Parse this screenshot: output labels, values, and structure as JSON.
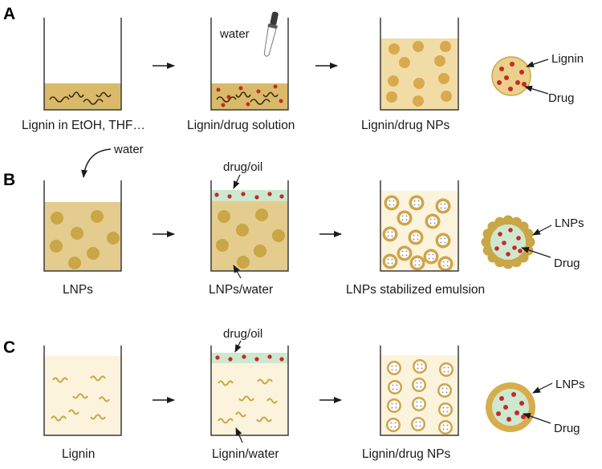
{
  "panels": [
    {
      "label": "A",
      "captions": [
        "Lignin in EtOH, THF…",
        "Lignin/drug solution",
        "Lignin/drug NPs"
      ],
      "annotations": {
        "water": "water"
      },
      "particle_legend": [
        "Lignin",
        "Drug"
      ]
    },
    {
      "label": "B",
      "captions": [
        "LNPs",
        "LNPs/water",
        "LNPs stabilized emulsion"
      ],
      "annotations": {
        "water": "water",
        "oil": "drug/oil"
      },
      "particle_legend": [
        "LNPs",
        "Drug"
      ]
    },
    {
      "label": "C",
      "captions": [
        "Lignin",
        "Lignin/water",
        "Lignin/drug NPs"
      ],
      "annotations": {
        "oil": "drug/oil"
      },
      "particle_legend": [
        "LNPs",
        "Drug"
      ]
    }
  ],
  "colors": {
    "lignin_solution": "#d8ba6a",
    "lignin_particle": "#c9a646",
    "drug": "#c62828",
    "oil": "#cde8cf",
    "light_fill": "#fbf3dc",
    "np_fill": "#f2dca6"
  }
}
